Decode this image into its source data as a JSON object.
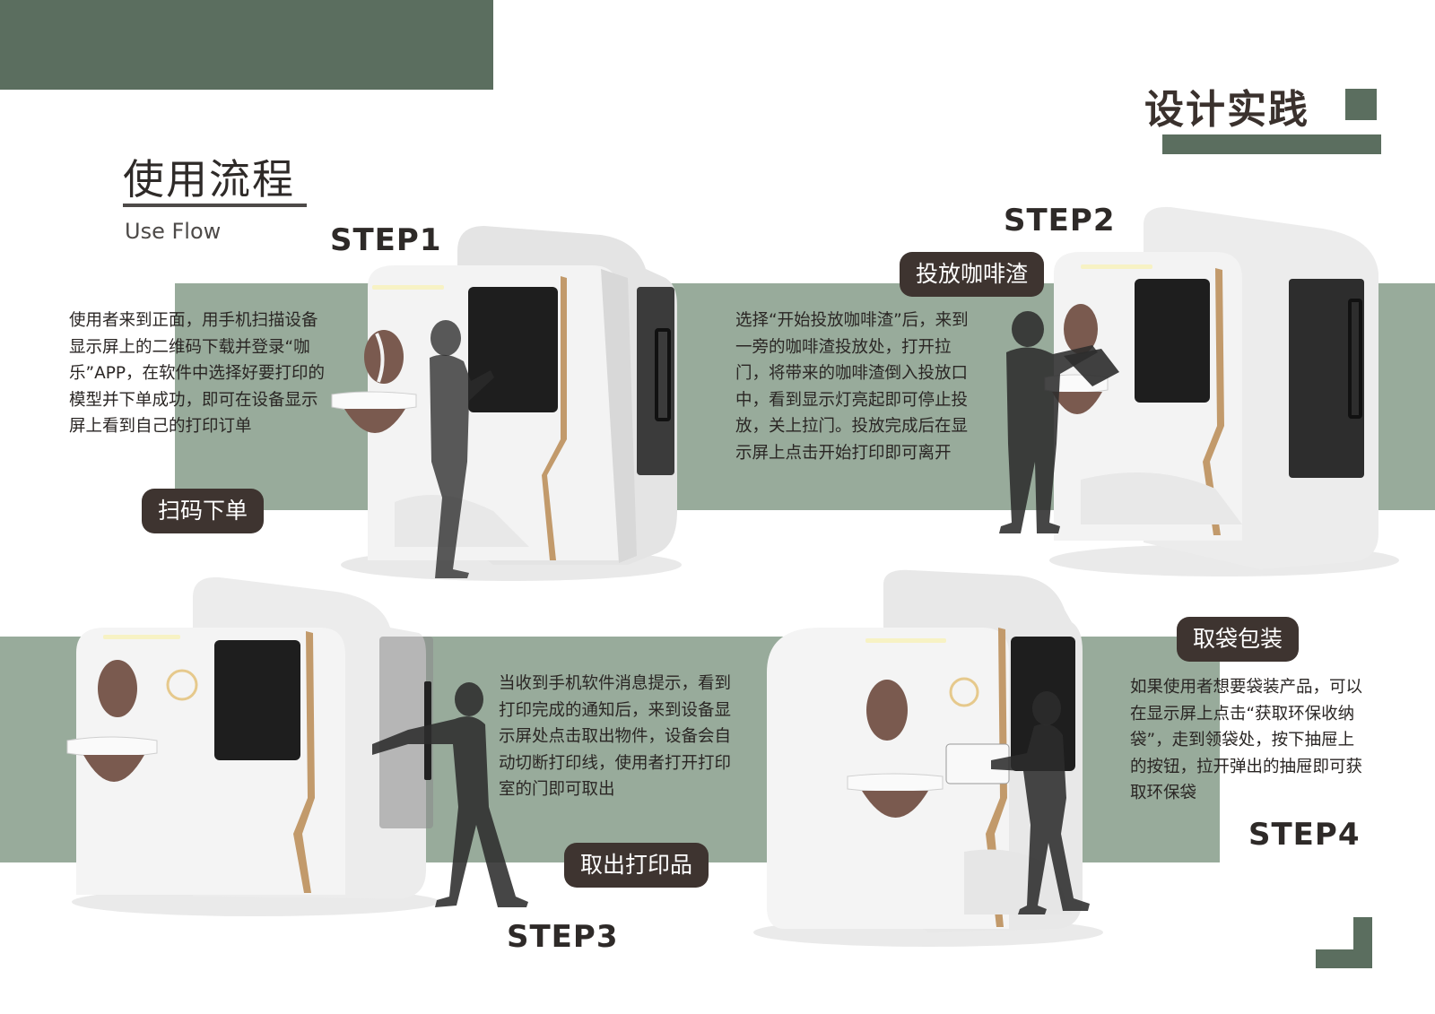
{
  "header": {
    "brand_title": "设计实践",
    "section_title": "使用流程",
    "section_subtitle": "Use Flow"
  },
  "steps": [
    {
      "label": "STEP1",
      "badge": "扫码下单",
      "description": "使用者来到正面，用手机扫描设备显示屏上的二维码下载并登录“咖乐”APP，在软件中选择好要打印的模型并下单成功，即可在设备显示屏上看到自己的打印订单"
    },
    {
      "label": "STEP2",
      "badge": "投放咖啡渣",
      "description": "选择“开始投放咖啡渣”后，来到一旁的咖啡渣投放处，打开拉门，将带来的咖啡渣倒入投放口中，看到显示灯亮起即可停止投放，关上拉门。投放完成后在显示屏上点击开始打印即可离开"
    },
    {
      "label": "STEP3",
      "badge": "取出打印品",
      "description": "当收到手机软件消息提示，看到打印完成的通知后，来到设备显示屏处点击取出物件，设备会自动切断打印线，使用者打开打印室的门即可取出"
    },
    {
      "label": "STEP4",
      "badge": "取袋包装",
      "description": "如果使用者想要袋装产品，可以在显示屏上点击“获取环保收纳袋”，走到领袋处，按下抽屉上的按钮，拉开弹出的抽屉即可获取环保袋"
    }
  ],
  "colors": {
    "dark_green": "#5b6e5f",
    "sage_green": "#98ab9b",
    "badge_brown": "#3e3430",
    "coffee_brown": "#7a5a4f",
    "accent_gold": "#c29a6b"
  }
}
